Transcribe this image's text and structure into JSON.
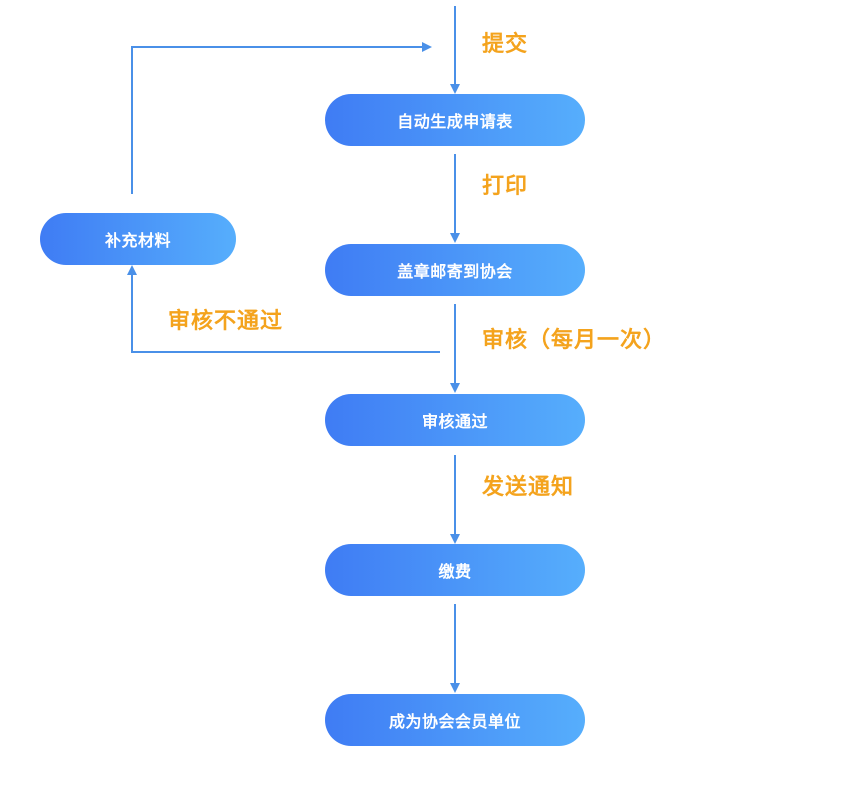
{
  "colors": {
    "node_gradient_start": "#3f7cf4",
    "node_gradient_end": "#56aefc",
    "node_text": "#ffffff",
    "arrow": "#4a90e8",
    "edge_label": "#f4a31d"
  },
  "nodes": {
    "auto_generate": "自动生成申请表",
    "stamp_mail": "盖章邮寄到协会",
    "approved": "审核通过",
    "pay_fee": "缴费",
    "become_member": "成为协会会员单位",
    "supplement": "补充材料"
  },
  "edge_labels": {
    "submit": "提交",
    "print": "打印",
    "review_monthly": "审核（每月一次）",
    "send_notice": "发送通知",
    "rejected": "审核不通过"
  }
}
